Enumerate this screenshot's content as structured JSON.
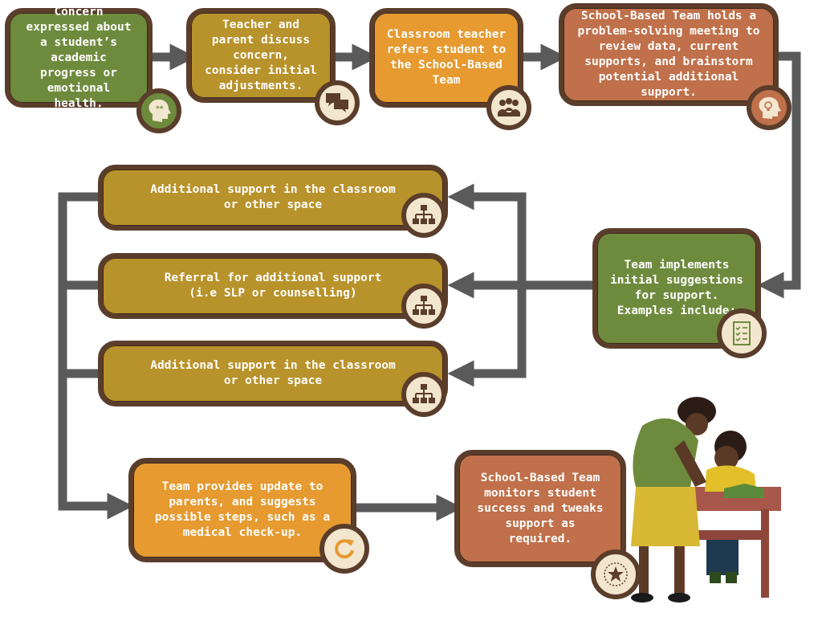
{
  "boxes": {
    "concern": "Concern expressed about a student’s academic progress or emotional health.",
    "discuss": "Teacher and parent discuss concern, consider initial adjustments.",
    "refer": "Classroom teacher refers student to the School-Based Team",
    "meeting": "School-Based Team holds a problem-solving meeting to review data, current supports, and brainstorm potential additional support.",
    "implements": "Team implements initial suggestions for support. Examples include:",
    "option1": "Additional support in the classroom\nor other space",
    "option2": "Referral for additional support\n(i.e SLP or counselling)",
    "option3": "Additional support in the classroom\nor other space",
    "update": "Team provides update to parents, and suggests possible steps, such as a medical check-up.",
    "monitor": "School-Based Team monitors student success and tweaks support as required."
  },
  "icons": [
    "head-icon",
    "speech-bubbles-icon",
    "group-icon",
    "lightbulb-head-icon",
    "checklist-icon",
    "hierarchy-icon",
    "refresh-icon",
    "star-compass-icon"
  ],
  "colors": {
    "green": "#6e8b3d",
    "olive": "#b8922a",
    "orange": "#e69a30",
    "rust": "#c0704a",
    "border": "#5a3d2b",
    "arrow": "#5a5a5a",
    "badge": "#f3e6cf"
  }
}
